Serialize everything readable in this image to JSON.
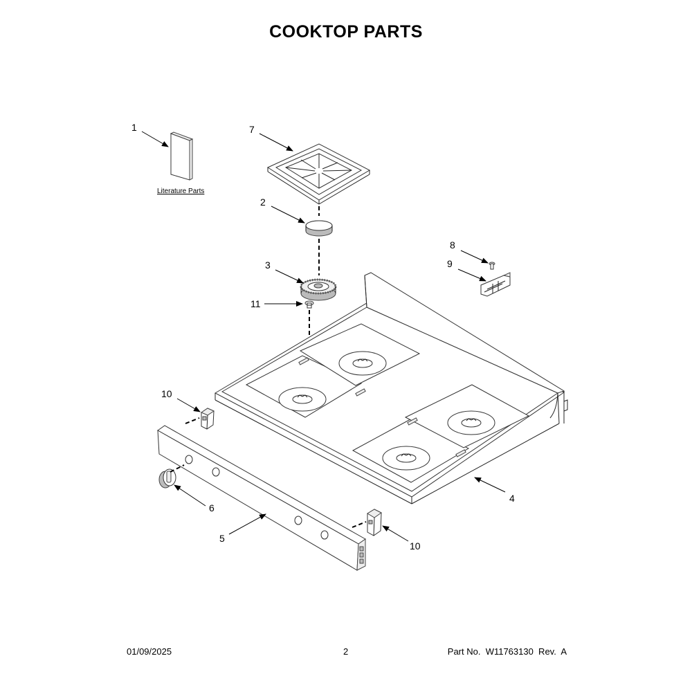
{
  "title": "COOKTOP  PARTS",
  "literature_label": "Literature Parts",
  "callouts": {
    "c1": "1",
    "c2": "2",
    "c3": "3",
    "c4": "4",
    "c5": "5",
    "c6": "6",
    "c7": "7",
    "c8": "8",
    "c9": "9",
    "c10a": "10",
    "c10b": "10",
    "c11": "11"
  },
  "footer": {
    "date": "01/09/2025",
    "page": "2",
    "part_no": "Part No.  W11763130  Rev.  A"
  }
}
